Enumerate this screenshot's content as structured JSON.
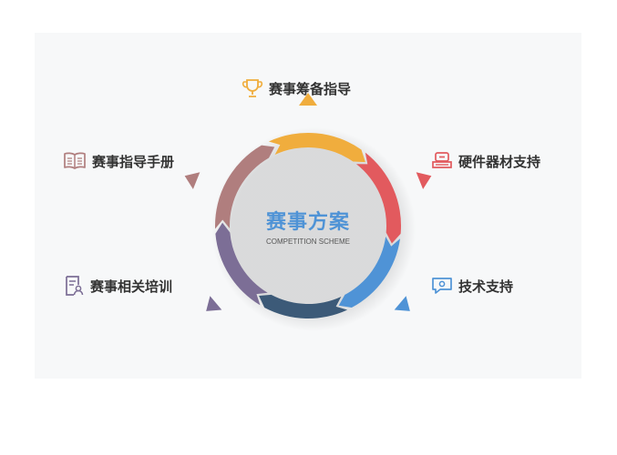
{
  "center": {
    "title": "赛事方案",
    "subtitle": "COMPETITION SCHEME"
  },
  "nodes": [
    {
      "label": "赛事筹备指导",
      "icon": "trophy-icon",
      "color": "#f0ad3d"
    },
    {
      "label": "硬件器材支持",
      "icon": "hardware-device-icon",
      "color": "#e25a5e"
    },
    {
      "label": "技术支持",
      "icon": "support-chat-icon",
      "color": "#4f93d6"
    },
    {
      "label": "赛事相关培训",
      "icon": "training-document-icon",
      "color": "#7c6e96"
    },
    {
      "label": "赛事指导手册",
      "icon": "open-book-icon",
      "color": "#b07e7e"
    }
  ],
  "colors": {
    "arc_top": "#f0ad3d",
    "arc_right_upper": "#e25a5e",
    "arc_right_lower": "#4f93d6",
    "arc_bottom": "#3c5a78",
    "arc_left_lower": "#7c6e96",
    "arc_left_upper": "#b07e7e",
    "center_title": "#4f93d6"
  }
}
